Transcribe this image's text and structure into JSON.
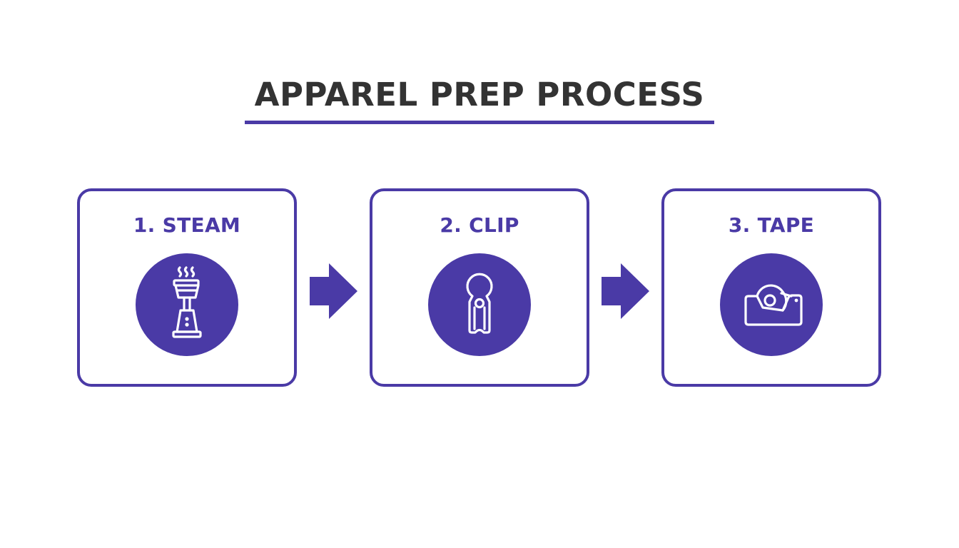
{
  "title": "APPAREL PREP PROCESS",
  "colors": {
    "accent": "#4A3AA6",
    "title_text": "#333333",
    "background": "#FFFFFF",
    "icon_stroke": "#FFFFFF"
  },
  "steps": [
    {
      "number": 1,
      "label": "1. STEAM",
      "icon": "garment-steamer-icon"
    },
    {
      "number": 2,
      "label": "2. CLIP",
      "icon": "clip-icon"
    },
    {
      "number": 3,
      "label": "3. TAPE",
      "icon": "tape-dispenser-icon"
    }
  ],
  "connectors": [
    {
      "from": 1,
      "to": 2,
      "icon": "arrow-right-icon"
    },
    {
      "from": 2,
      "to": 3,
      "icon": "arrow-right-icon"
    }
  ]
}
